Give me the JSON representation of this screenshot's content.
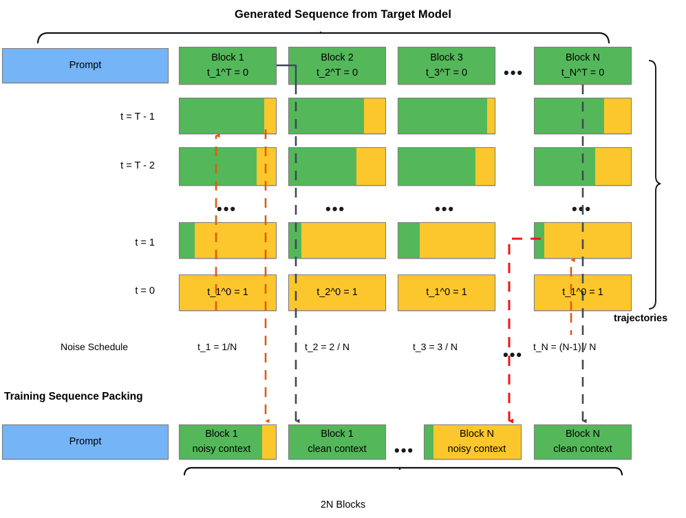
{
  "diagram": {
    "top_title": "Generated Sequence from Target Model",
    "section_title": "Training Sequence Packing",
    "bottom_caption": "2N Blocks",
    "trajectories_label": "trajectories",
    "noise_schedule_label": "Noise Schedule",
    "ellipsis": "•••",
    "colors": {
      "green": "#54b85a",
      "yellow": "#fcc72c",
      "blue": "#74b4f7",
      "orange_arrow": "#e2590c",
      "red_arrow": "#fb1111",
      "dark_arrow": "#404854",
      "stroke": "#7a7a7a"
    }
  },
  "prompt_top": {
    "label": "Prompt"
  },
  "prompt_bottom": {
    "label": "Prompt"
  },
  "row_labels": [
    {
      "label": "t = T - 1"
    },
    {
      "label": "t = T - 2"
    },
    {
      "label": "t = 1"
    },
    {
      "label": "t = 0"
    }
  ],
  "top_blocks": [
    {
      "name": "Block 1",
      "t": "t_1^T = 0"
    },
    {
      "name": "Block 2",
      "t": "t_2^T = 0"
    },
    {
      "name": "Block 3",
      "t": "t_3^T = 0"
    },
    {
      "name": "Block N",
      "t": "t_N^T = 0"
    }
  ],
  "t0_labels": [
    {
      "label": "t_1^0 = 1"
    },
    {
      "label": "t_2^0 = 1"
    },
    {
      "label": "t_1^0 = 1"
    },
    {
      "label": "t_1^0 = 1"
    }
  ],
  "noise_schedule": [
    {
      "label": "t_1 = 1/N"
    },
    {
      "label": "t_2 = 2 / N"
    },
    {
      "label": "t_3 = 3 / N"
    },
    {
      "label": "t_N = (N-1) / N"
    }
  ],
  "packing_blocks": [
    {
      "l1": "Block 1",
      "l2": "noisy context",
      "fill": "green"
    },
    {
      "l1": "Block 1",
      "l2": "clean context",
      "fill": "green"
    },
    {
      "l1": "Block N",
      "l2": "noisy context",
      "fill": "yellow"
    },
    {
      "l1": "Block N",
      "l2": "clean context",
      "fill": "green"
    }
  ],
  "denoise_rows": {
    "row_T1_green_fraction": [
      0.88,
      0.78,
      0.92,
      0.72
    ],
    "row_T2_green_fraction": [
      0.8,
      0.7,
      0.8,
      0.63
    ],
    "row_t1_green_fraction": [
      0.16,
      0.13,
      0.22,
      0.1
    ],
    "row_t0_green_fraction": [
      0.0,
      0.0,
      0.0,
      0.0
    ]
  }
}
